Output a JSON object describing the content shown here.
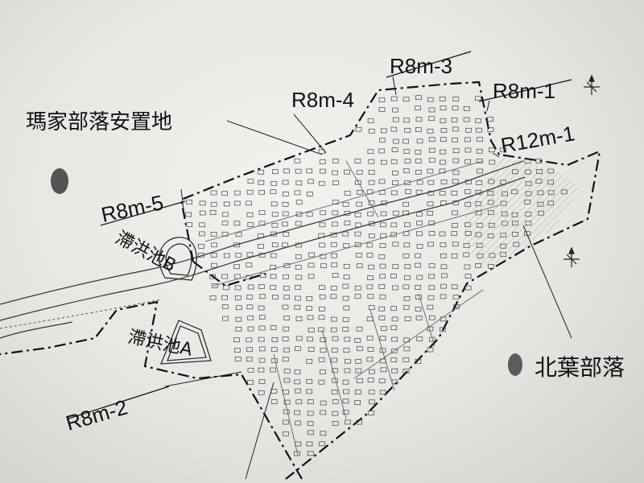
{
  "map": {
    "road_labels": {
      "r8m_1": "R8m-1",
      "r8m_2": "R8m-2",
      "r8m_3": "R8m-3",
      "r8m_4": "R8m-4",
      "r8m_5": "R8m-5",
      "r12m_1": "R12m-1"
    },
    "area_labels": {
      "resettlement_site": "瑪家部落安置地",
      "beiye_village": "北葉部落",
      "detention_pond_a": "滯洪池A",
      "detention_pond_b": "滯洪池B"
    },
    "colors": {
      "paper": "#ececea",
      "ink": "#1a1a1a",
      "lot": "#444444",
      "stain": "#3a3a3a"
    },
    "icons": [
      "north-arrow-icon",
      "north-arrow-icon"
    ]
  }
}
